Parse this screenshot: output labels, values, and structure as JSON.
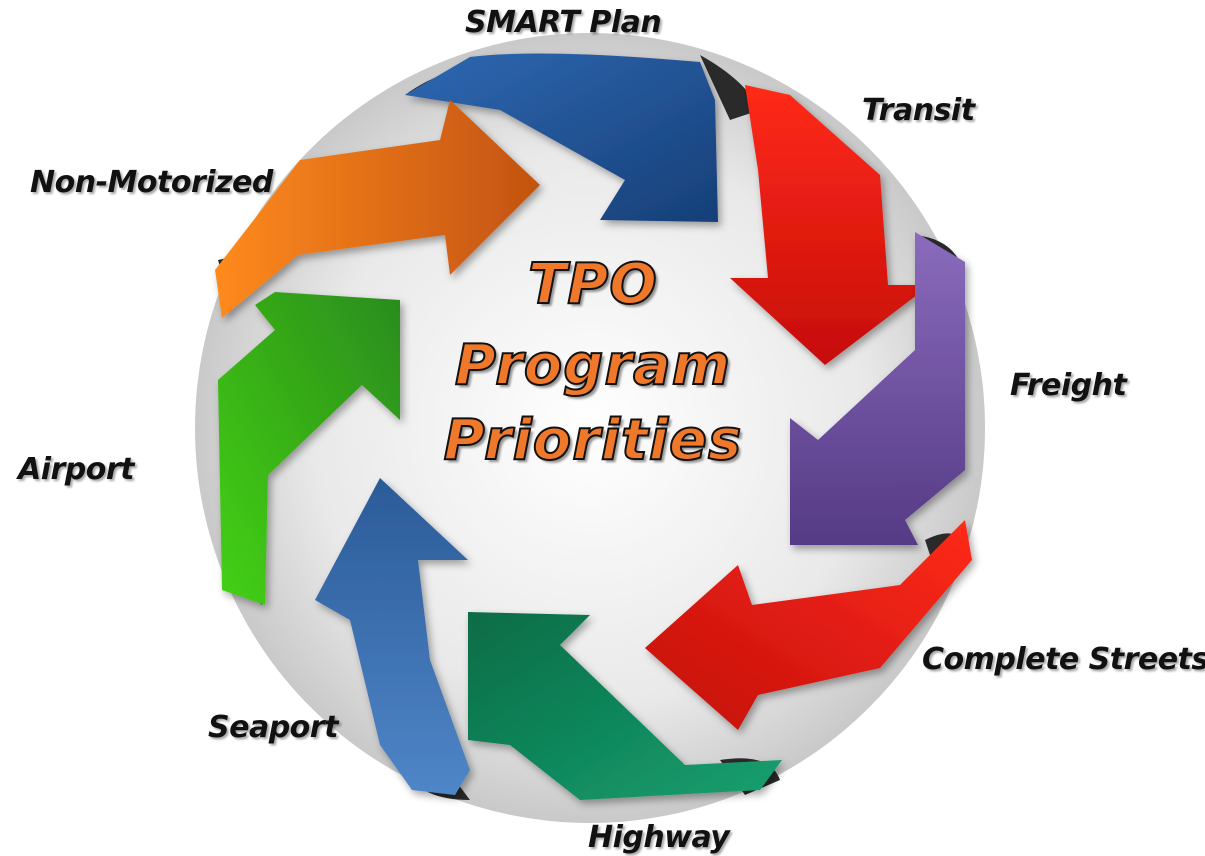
{
  "diagram": {
    "center_title": [
      "TPO",
      "Program",
      "Priorities"
    ],
    "labels": {
      "smart_plan": "SMART Plan",
      "transit": "Transit",
      "freight": "Freight",
      "complete_streets": "Complete Streets",
      "highway": "Highway",
      "seaport": "Seaport",
      "airport": "Airport",
      "non_motorized": "Non-Motorized"
    },
    "arrow_colors": {
      "smart_plan": "#1f4f8f",
      "transit": "#e01812",
      "freight": "#6d4f9a",
      "complete_streets": "#e31a14",
      "highway": "#0e8a5a",
      "seaport": "#3c6fb0",
      "airport": "#3cb219",
      "non_motorized": "#ea6f12"
    }
  }
}
